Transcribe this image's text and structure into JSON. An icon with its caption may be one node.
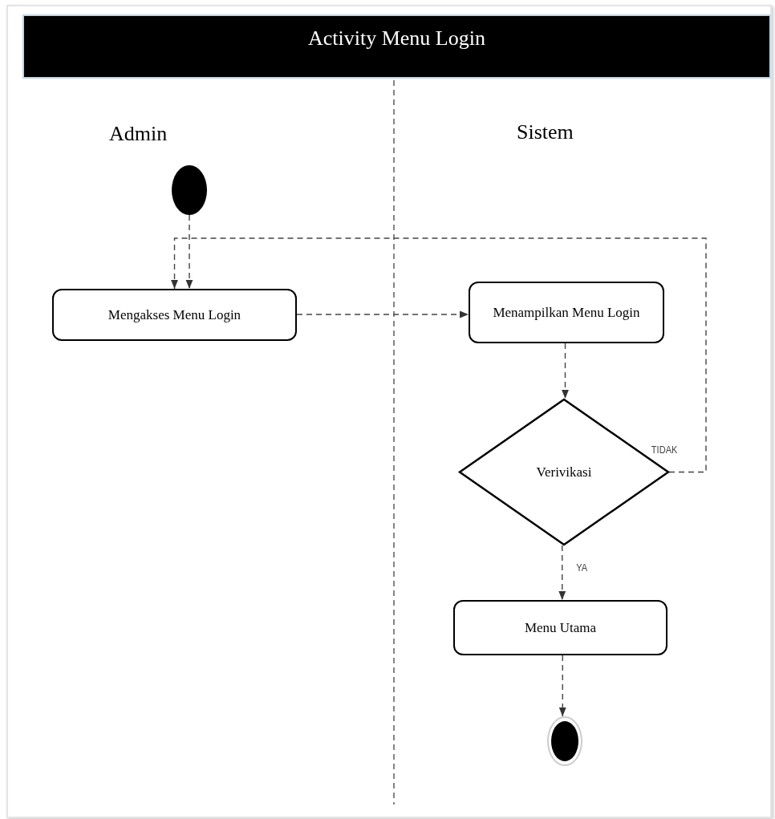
{
  "diagram": {
    "title": "Activity Menu Login",
    "nodes": [
      {
        "text": [],
        "shape": "circle"
      },
      {
        "text": [
          "Mengakses Menu Login"
        ]
      },
      {
        "text": [
          "Menampilkan Menu Login"
        ]
      },
      {
        "text": [
          "Verivikasi"
        ]
      },
      {
        "text": [
          "Menu Utama"
        ]
      },
      {
        "text": [],
        "shape": "circle"
      }
    ],
    "edges": [
      {
        "from": 0,
        "to": 1,
        "arrow": "to",
        "style": "dashed"
      },
      {
        "from": 1,
        "to": 2,
        "arrow": "to",
        "style": "dashed"
      },
      {
        "from": 2,
        "to": 3,
        "arrow": "to",
        "style": "dashed"
      },
      {
        "from": 3,
        "to": 1,
        "arrow": "to",
        "style": "dashed",
        "label": "TIDAK"
      },
      {
        "from": 3,
        "to": 4,
        "arrow": "to",
        "style": "dashed",
        "label": "YA"
      },
      {
        "from": 4,
        "to": 5,
        "arrow": "to",
        "style": "dashed"
      }
    ],
    "labels": [
      "Admin",
      "Sistem"
    ]
  }
}
